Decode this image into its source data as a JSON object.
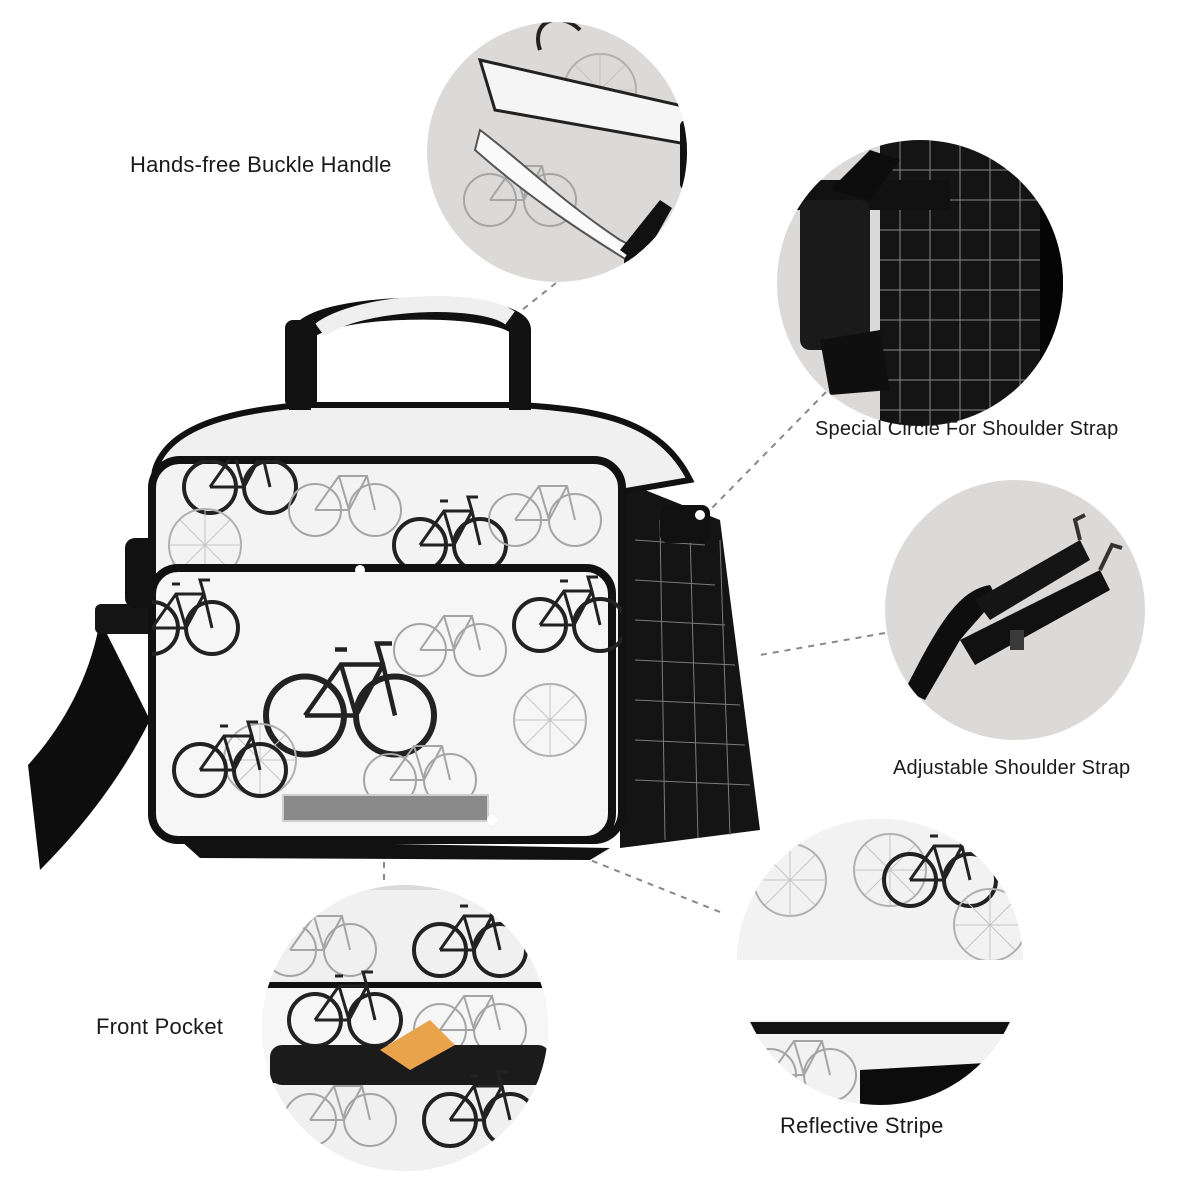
{
  "callouts": {
    "handle": "Hands-free Buckle Handle",
    "circle": "Special Circle For Shoulder Strap",
    "strap": "Adjustable Shoulder Strap",
    "pocket": "Front Pocket",
    "stripe": "Reflective Stripe"
  },
  "colors": {
    "background": "#ffffff",
    "circle_bg": "#dcdad8",
    "bag_body": "#f2f2f2",
    "trim": "#111111",
    "bicycle_print": "#2a2a2a",
    "bicycle_print_light": "#9a9a9a",
    "reflective_stripe": "#8a8a8a"
  },
  "icons": {
    "bicycle": "bicycle-icon",
    "buckle": "buckle-icon",
    "strap_hook": "hook-icon",
    "sandwich": "sandwich-icon"
  }
}
